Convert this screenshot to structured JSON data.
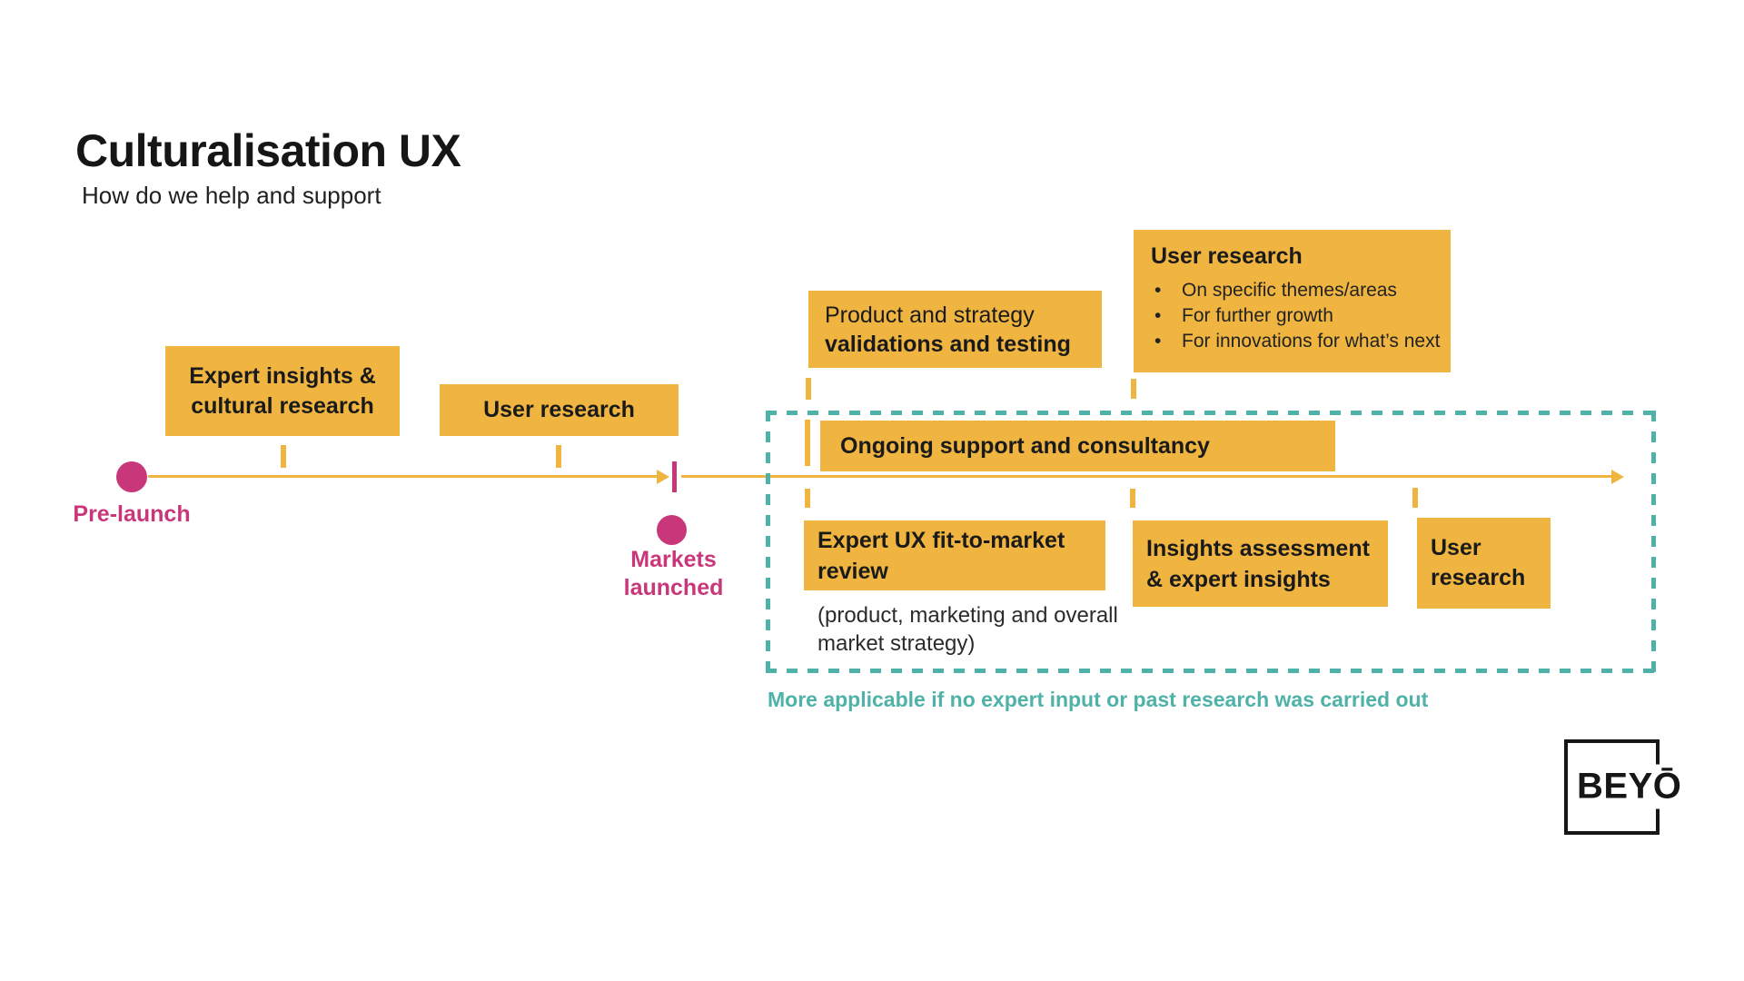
{
  "colors": {
    "yellow": "#F0B540",
    "pink": "#C9377B",
    "teal": "#4FB2A8",
    "ink": "#1A1A1A"
  },
  "header": {
    "title": "Culturalisation UX",
    "subtitle": "How do we help and support"
  },
  "timeline": {
    "pre_launch_label": "Pre-launch",
    "markets_launched_line1": "Markets",
    "markets_launched_line2": "launched"
  },
  "phases": {
    "expert_insights": {
      "line1": "Expert insights &",
      "line2": "cultural research"
    },
    "user_research_pre": {
      "label": "User research"
    },
    "product_strategy": {
      "line1": "Product and strategy",
      "line2": "validations and testing"
    },
    "user_research_post": {
      "title": "User research",
      "bullet_char": "•",
      "bullets": [
        "On specific themes/areas",
        "For further growth",
        "For innovations for what’s next"
      ]
    },
    "ongoing": {
      "label": "Ongoing support and consultancy"
    },
    "expert_ux": {
      "line1": "Expert UX fit-to-market",
      "line2": "review",
      "note_line1": "(product, marketing and overall",
      "note_line2": "market strategy)"
    },
    "insights_assessment": {
      "line1": "Insights assessment",
      "line2": "& expert insights"
    },
    "user_research_followup": {
      "line1": "User",
      "line2": "research"
    }
  },
  "dashed_zone": {
    "caption": "More applicable if no expert input or past research was carried out"
  },
  "logo": {
    "text": "BEYŌ"
  }
}
